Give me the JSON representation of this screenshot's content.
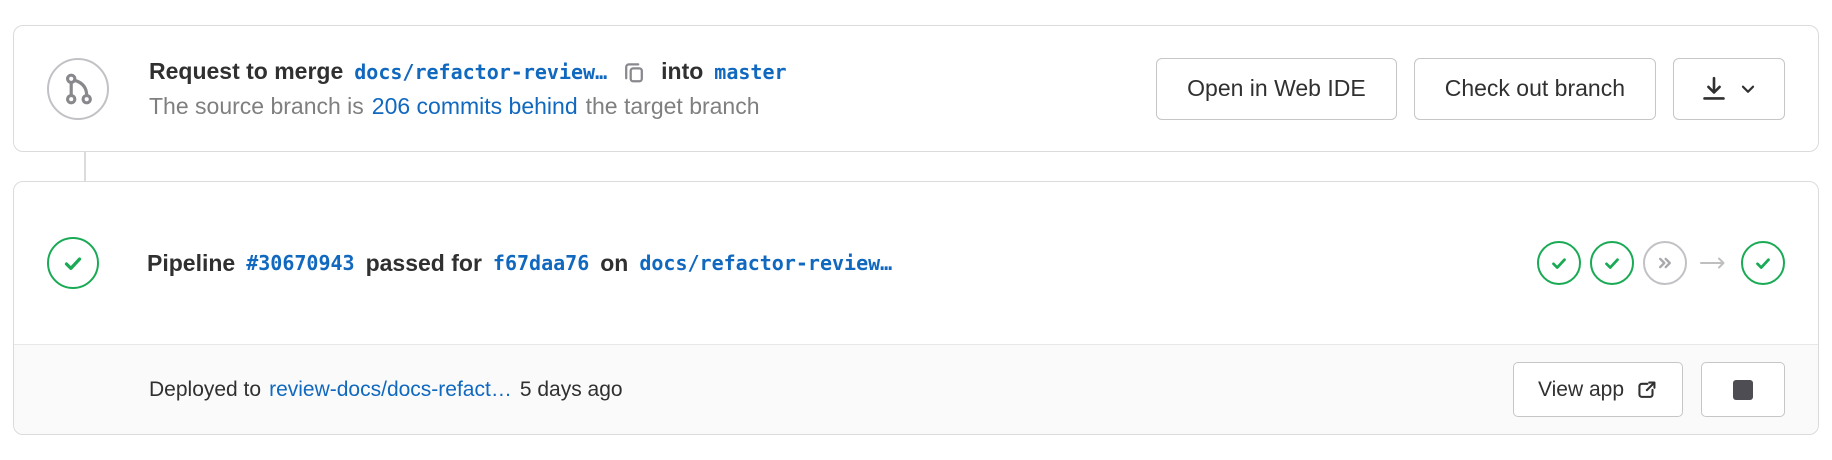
{
  "merge_header": {
    "title_prefix": "Request to merge",
    "source_branch": "docs/refactor-review…",
    "into_label": "into",
    "target_branch": "master",
    "subtitle_prefix": "The source branch is",
    "behind_link": "206 commits behind",
    "subtitle_suffix": "the target branch",
    "buttons": {
      "open_web_ide": "Open in Web IDE",
      "check_out_branch": "Check out branch"
    }
  },
  "pipeline": {
    "label": "Pipeline",
    "id_link": "#30670943",
    "status_text": "passed for",
    "commit_link": "f67daa76",
    "on_label": "on",
    "branch_link": "docs/refactor-review…",
    "mini_pipeline": {
      "stages": [
        "passed",
        "passed",
        "skipped"
      ],
      "downstream": [
        "passed"
      ]
    }
  },
  "deployment": {
    "prefix": "Deployed to",
    "environment_link": "review-docs/docs-refact…",
    "timestamp": "5 days ago",
    "view_app_label": "View app"
  },
  "icons": {
    "header_status": "git-merge-icon",
    "branch_copy": "copy-icon",
    "download_menu": "download-icon + chevron-down-icon",
    "pipeline_status": "check-circle-icon",
    "stage_skipped": "double-chevron-icon",
    "view_app": "external-link-icon",
    "stop_environment": "stop-square-icon"
  },
  "colors": {
    "link_blue": "#1068bf",
    "success_green": "#1aaa55",
    "border_gray": "#dbdbdb",
    "text_gray": "#7f7f7f",
    "icon_gray": "#89888d"
  }
}
